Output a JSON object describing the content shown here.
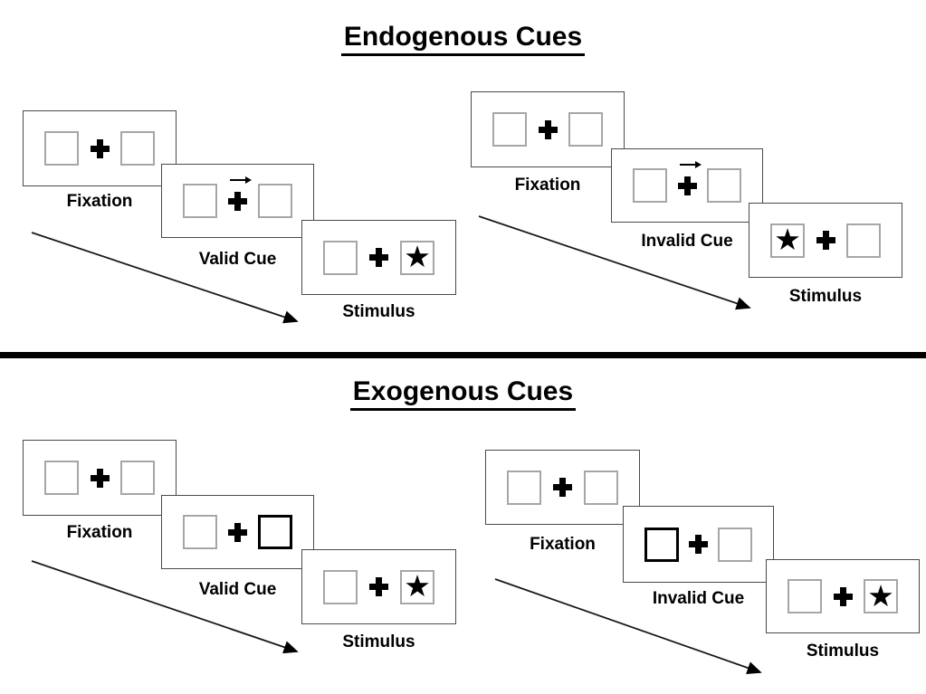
{
  "sections": {
    "endogenous": {
      "title": "Endogenous Cues",
      "valid": {
        "fixation_label": "Fixation",
        "cue_label": "Valid Cue",
        "stimulus_label": "Stimulus"
      },
      "invalid": {
        "fixation_label": "Fixation",
        "cue_label": "Invalid Cue",
        "stimulus_label": "Stimulus"
      }
    },
    "exogenous": {
      "title": "Exogenous Cues",
      "valid": {
        "fixation_label": "Fixation",
        "cue_label": "Valid Cue",
        "stimulus_label": "Stimulus"
      },
      "invalid": {
        "fixation_label": "Fixation",
        "cue_label": "Invalid Cue",
        "stimulus_label": "Stimulus"
      }
    }
  },
  "icons": {
    "star": "★"
  },
  "colors": {
    "ink": "#000000",
    "panel_border": "#4a4a4a",
    "square_border": "#a6a6a6",
    "background": "#ffffff"
  }
}
